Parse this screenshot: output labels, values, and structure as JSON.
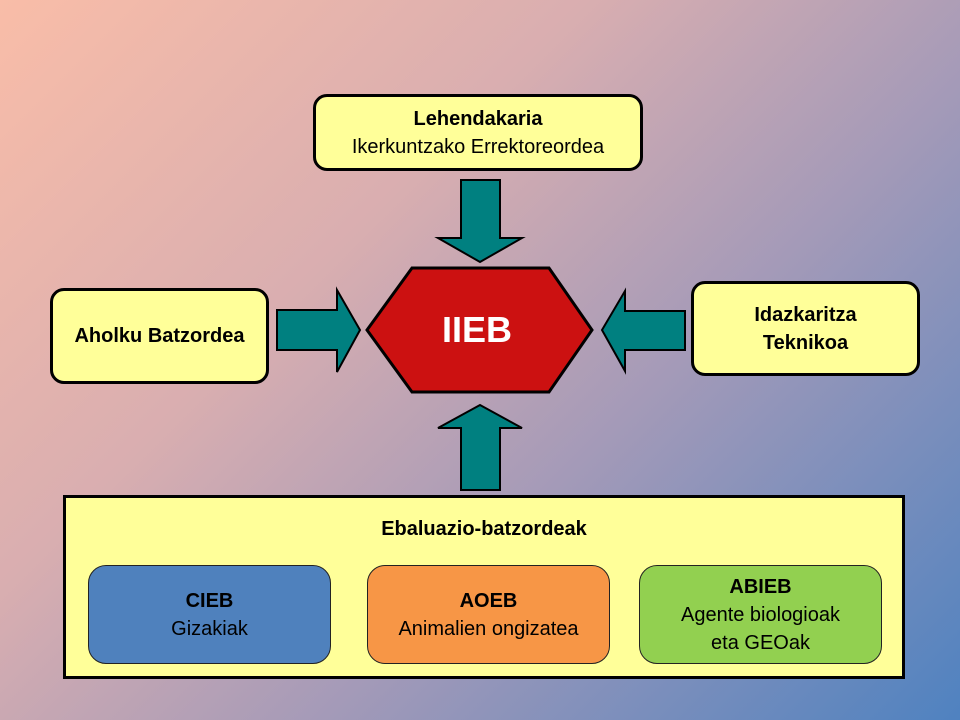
{
  "top": {
    "title": "Lehendakaria",
    "subtitle": "Ikerkuntzako Errektoreordea"
  },
  "left": {
    "title": "Aholku Batzordea"
  },
  "right": {
    "title_line1": "Idazkaritza",
    "title_line2": "Teknikoa"
  },
  "center": {
    "label": "IIEB"
  },
  "committees": {
    "title": "Ebaluazio-batzordeak",
    "items": [
      {
        "name": "CIEB",
        "desc_line1": "Gizakiak",
        "desc_line2": "",
        "color": "#4f81bd"
      },
      {
        "name": "AOEB",
        "desc_line1": "Animalien ongizatea",
        "desc_line2": "",
        "color": "#f79646"
      },
      {
        "name": "ABIEB",
        "desc_line1": "Agente biologioak",
        "desc_line2": "eta GEOak",
        "color": "#92d050"
      }
    ]
  },
  "colors": {
    "box": "#ffff99",
    "hexagon": "#cc1111",
    "arrow": "#008080"
  }
}
